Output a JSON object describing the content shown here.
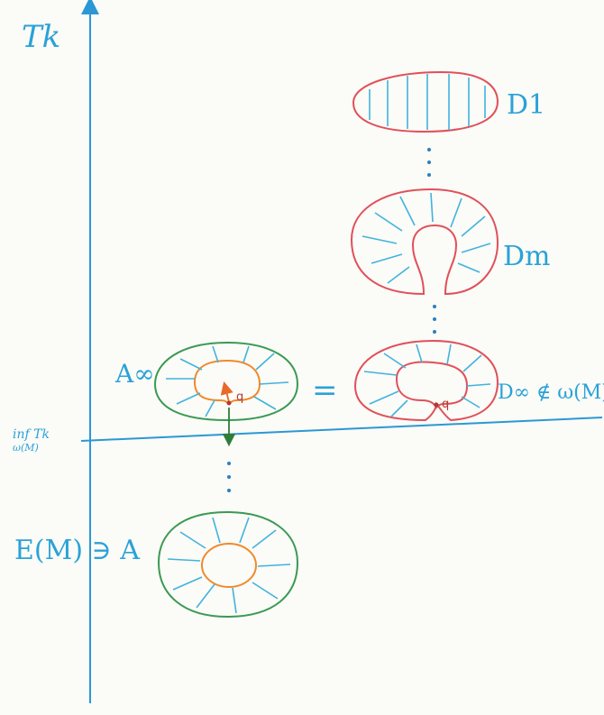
{
  "labels": {
    "y_axis": "Tk",
    "x_axis_line1": "inf Tk",
    "x_axis_line2": "ω(M)",
    "d1": "D1",
    "dm": "Dm",
    "dinf": "D∞ ∉ ω(M)",
    "ainf": "A∞",
    "equals": "=",
    "bottom": "E(M) ∋ A",
    "point_q_left": "q",
    "point_q_right": "q"
  },
  "colors": {
    "axis": "#2b98d4",
    "label": "#2aa2d8",
    "red_curve": "#e0505a",
    "green_curve": "#3a9a54",
    "orange_curve": "#f08a2c",
    "hatch": "#41b3de",
    "arrow_orange": "#e8692a",
    "arrow_green": "#2e7d3a",
    "dot": "#2b7fbf"
  }
}
